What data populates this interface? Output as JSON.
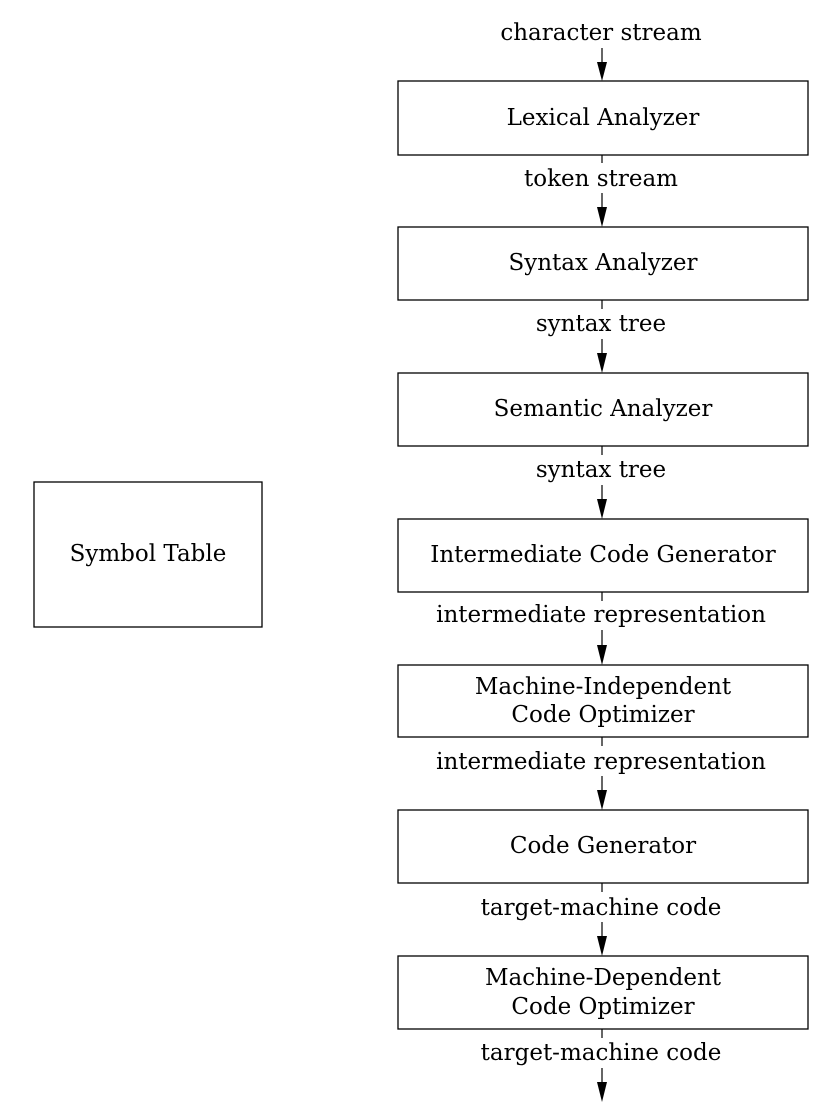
{
  "symbol_table": {
    "label": "Symbol Table"
  },
  "phases": [
    {
      "lines": [
        "Lexical Analyzer"
      ]
    },
    {
      "lines": [
        "Syntax Analyzer"
      ]
    },
    {
      "lines": [
        "Semantic Analyzer"
      ]
    },
    {
      "lines": [
        "Intermediate Code Generator"
      ]
    },
    {
      "lines": [
        "Machine-Independent",
        "Code Optimizer"
      ]
    },
    {
      "lines": [
        "Code Generator"
      ]
    },
    {
      "lines": [
        "Machine-Dependent",
        "Code Optimizer"
      ]
    }
  ],
  "streams": [
    "character stream",
    "token stream",
    "syntax tree",
    "syntax tree",
    "intermediate representation",
    "intermediate representation",
    "target-machine code",
    "target-machine code"
  ]
}
